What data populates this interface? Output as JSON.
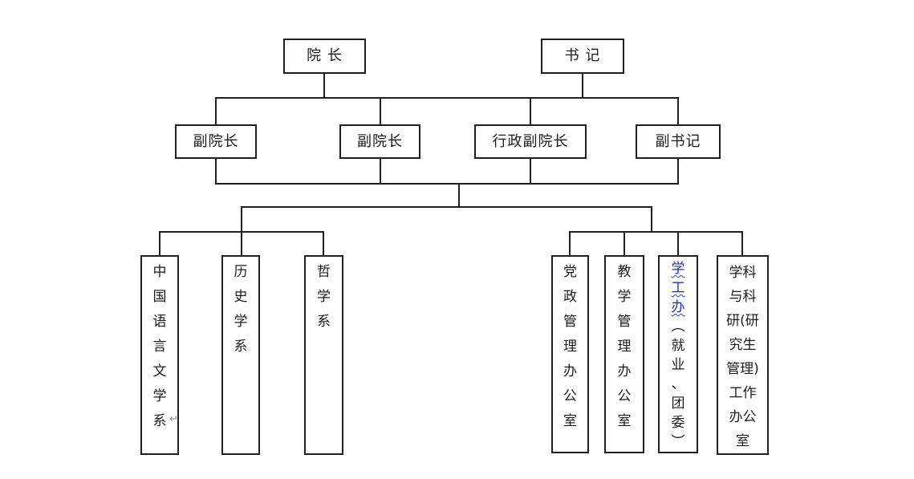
{
  "diagram": {
    "title_semantic": "college-organization-chart",
    "level1": {
      "dean": "院 长",
      "secretary": "书 记"
    },
    "level2": {
      "vice_dean_1": "副院长",
      "vice_dean_2": "副院长",
      "admin_vice_dean": "行政副院长",
      "deputy_secretary": "副书记"
    },
    "departments": {
      "chinese_language": "中\n国\n语\n言\n文\n学\n系",
      "chinese_language_full": "中国语言文学系",
      "return_mark": "↵",
      "history": "历\n史\n学\n系",
      "history_full": "历史学系",
      "philosophy": "哲\n学\n系",
      "philosophy_full": "哲学系"
    },
    "offices": {
      "party_admin": "党\n政\n管\n理\n办\n公\n室",
      "party_admin_full": "党政管理办公室",
      "teaching": "教\n学\n管\n理\n办\n公\n室",
      "teaching_full": "教学管理办公室",
      "student_work_link": "学\n工\n办",
      "student_work_rest": "︵\n就\n业\n、\n团\n委\n︶",
      "student_work_full": "学工办（就业、团委）",
      "discipline_research": "学科\n与科\n研(研\n究生\n管理)\n工作\n办公\n室",
      "discipline_research_full": "学科与科研(研究生管理)工作办公室"
    },
    "colors": {
      "line": "#1f1f1f",
      "box_border": "#1f1f1f",
      "background": "#ffffff",
      "link_text": "#2b2bb0",
      "link_wavy_underline": "#3b3bf0",
      "return_mark": "#8a8a8a"
    }
  }
}
